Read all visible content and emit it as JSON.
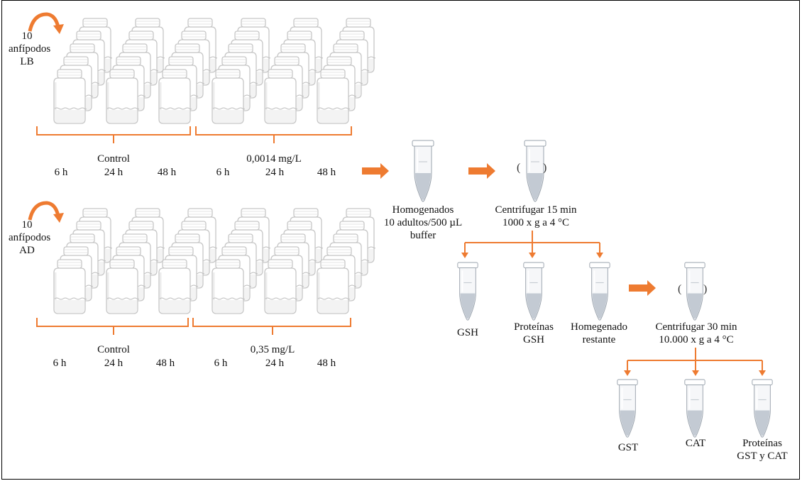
{
  "colors": {
    "accent": "#ee7b31",
    "jar": "#c9c9c9",
    "tube": "#b9c2cd"
  },
  "group_lb": {
    "amphipods": [
      "10",
      "anfípodos",
      "LB"
    ],
    "control": "Control",
    "treatment": "0,0014 mg/L",
    "times": [
      "6 h",
      "24 h",
      "48 h",
      "6 h",
      "24 h",
      "48 h"
    ]
  },
  "group_ad": {
    "amphipods": [
      "10",
      "anfípodos",
      "AD"
    ],
    "control": "Control",
    "treatment": "0,35 mg/L",
    "times": [
      "6 h",
      "24 h",
      "48 h",
      "6 h",
      "24 h",
      "48 h"
    ]
  },
  "homogenize": [
    "Homogenados",
    "10 adultos/500 µL",
    "buffer"
  ],
  "centrifuge_1": [
    "Centrifugar 15 min",
    "1000 x g a 4 °C"
  ],
  "split_1": {
    "gsh": "GSH",
    "proteins_gsh": [
      "Proteínas",
      "GSH"
    ],
    "remaining": [
      "Homegenado",
      "restante"
    ]
  },
  "centrifuge_2": [
    "Centrifugar 30 min",
    "10.000 x g a 4 °C"
  ],
  "split_2": {
    "gst": "GST",
    "cat": "CAT",
    "proteins_gst_cat": [
      "Proteínas",
      "GST y CAT"
    ]
  }
}
